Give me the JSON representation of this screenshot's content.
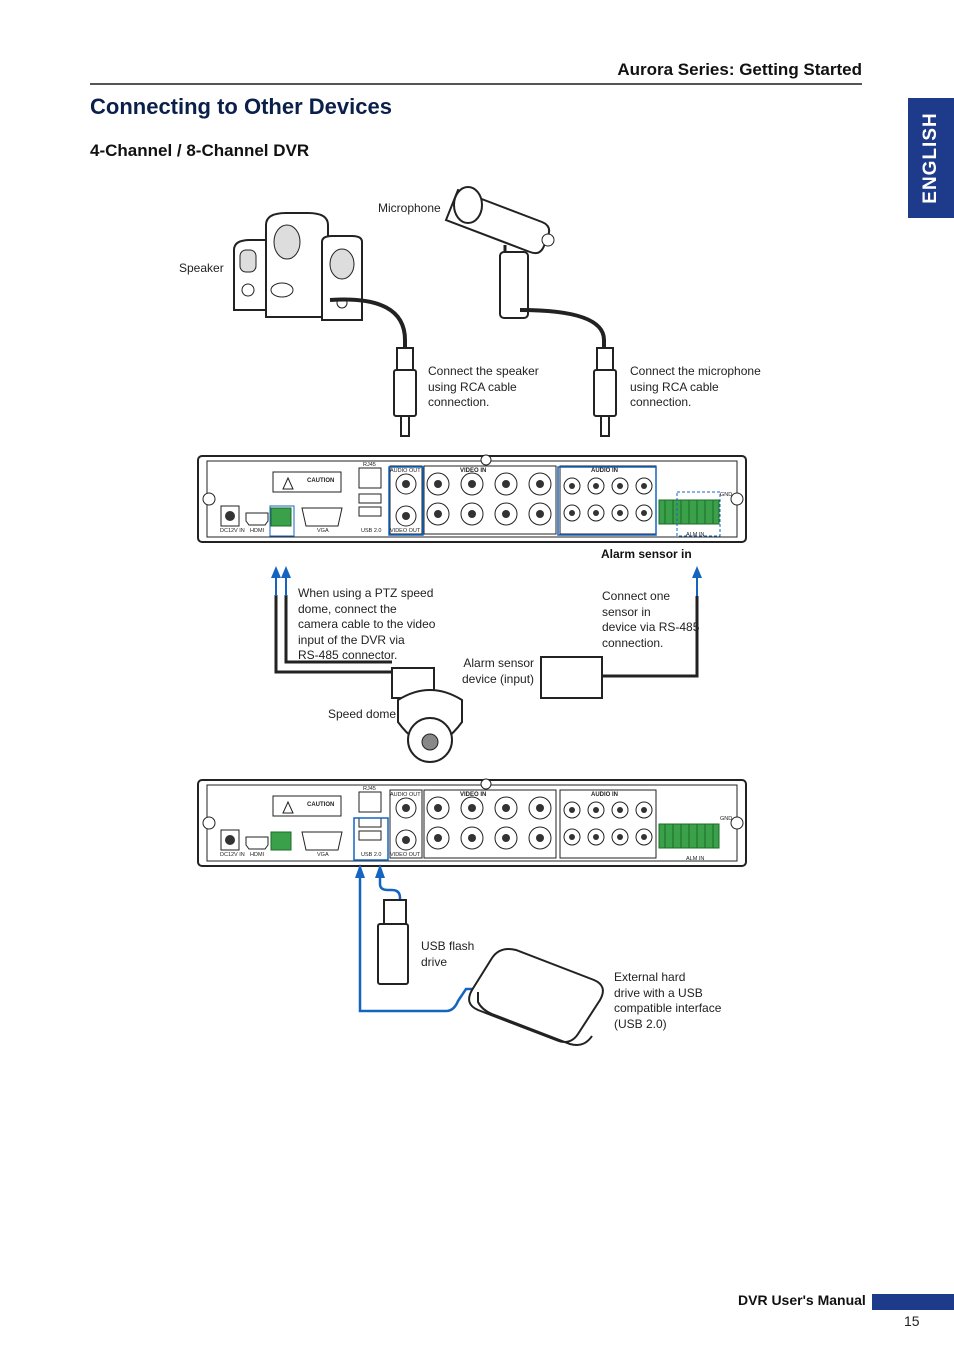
{
  "header": {
    "series_title": "Aurora Series: Getting Started"
  },
  "page_title": "Connecting to Other Devices",
  "subtitle": "4-Channel / 8-Channel DVR",
  "language_tab": "ENGLISH",
  "diagram1": {
    "microphone": "Microphone",
    "speaker": "Speaker",
    "connect_speaker": [
      "Connect the speaker",
      "using RCA cable",
      "connection."
    ],
    "connect_microphone": [
      "Connect the microphone",
      "using RCA cable",
      "connection."
    ],
    "alarm_sensor_in": "Alarm sensor in",
    "ptz_note": [
      "When using a PTZ speed",
      "dome, connect the",
      "camera cable to the video",
      "input of the DVR via",
      "RS-485 connector."
    ],
    "connect_one_sensor": [
      "Connect one",
      "sensor in",
      "device via RS-485",
      "connection."
    ],
    "alarm_sensor_device": [
      "Alarm sensor",
      "device (input)"
    ],
    "speed_dome": "Speed dome"
  },
  "diagram2": {
    "usb_flash": [
      "USB flash",
      "drive"
    ],
    "external_hdd": [
      "External hard",
      "drive with a USB",
      "compatible interface",
      "(USB 2.0)"
    ]
  },
  "dvr_panel": {
    "caution": "CAUTION",
    "rj45": "RJ45",
    "audio_out": "AUDIO OUT",
    "video_in": "VIDEO IN",
    "audio_in": "AUDIO IN",
    "video_out": "VIDEO OUT",
    "usb": "USB 2.0",
    "vga": "VGA",
    "hdmi": "HDMI",
    "dc": "DC12V IN",
    "alm_in": "ALM IN",
    "gnd": "GND"
  },
  "footer": {
    "manual_title": "DVR User's Manual",
    "page_number": "15"
  },
  "colors": {
    "accent_blue": "#1e3a8a",
    "wire_blue": "#1565c0"
  }
}
